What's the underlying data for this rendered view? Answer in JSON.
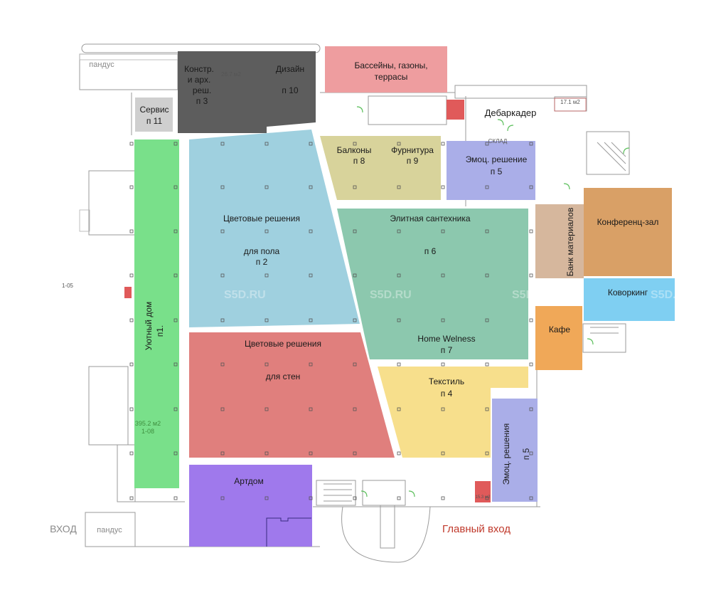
{
  "zones": {
    "uyutny": {
      "title": "Уютный дом",
      "num": "п1.",
      "area": "395.2 м2",
      "code": "1-08",
      "color": "#79e08a"
    },
    "cvet_pol": {
      "line1": "Цветовые решения",
      "line2": "для пола",
      "num": "п 2",
      "color": "#9fd0df"
    },
    "cvet_sten": {
      "line1": "Цветовые решения",
      "line2": "для стен",
      "color": "#e07f7d"
    },
    "konstr": {
      "line1": "Констр.",
      "line2": "и арх.",
      "line3": "реш.",
      "num": "п 3",
      "color": "#5b5b5b"
    },
    "dizain": {
      "title": "Дизайн",
      "num": "п 10",
      "color": "#5b5b5b"
    },
    "servis": {
      "title": "Сервис",
      "num": "п 11",
      "color": "#cfcfcf"
    },
    "bassein": {
      "line1": "Бассейны, газоны,",
      "line2": "террасы",
      "color": "#ee9d9f"
    },
    "balkony": {
      "title": "Балконы",
      "num": "п 8",
      "color": "#d8d39b"
    },
    "furnitura": {
      "title": "Фурнитура",
      "num": "п 9"
    },
    "emoc_top": {
      "title": "Эмоц. решение",
      "num": "п 5",
      "color": "#aaaee8"
    },
    "elit": {
      "title": "Элитная сантехника",
      "num": "п 6",
      "color": "#8cc8ae"
    },
    "welness": {
      "title": "Home Welness",
      "num": "п 7"
    },
    "tekstil": {
      "title": "Текстиль",
      "num": "п 4",
      "color": "#f7df8c"
    },
    "emoc_bot": {
      "title": "Эмоц. решения",
      "num": "п 5",
      "color": "#aaaee8"
    },
    "artdom": {
      "title": "Артдом",
      "color": "#9f79ec"
    },
    "bank": {
      "title": "Банк материалов",
      "color": "#d6b79d"
    },
    "konf": {
      "title": "Конференц-зал",
      "color": "#d9a066"
    },
    "cowork": {
      "title": "Коворкинг",
      "color": "#7fcff2"
    },
    "kafe": {
      "title": "Кафе",
      "color": "#f0a858"
    }
  },
  "labels": {
    "dobarkader": "Дебаркадер",
    "pandus_top": "пандус",
    "pandus_bot": "пандус",
    "vhod": "ВХОД",
    "glavny": "Главный вход",
    "left_code": "1-05",
    "small_room_top": "17.1 м2",
    "small_room_bot": "15.3 м2",
    "stair_area": "26.7 м2",
    "watermark": "S5D.RU",
    "sklad": "СКЛАД"
  }
}
